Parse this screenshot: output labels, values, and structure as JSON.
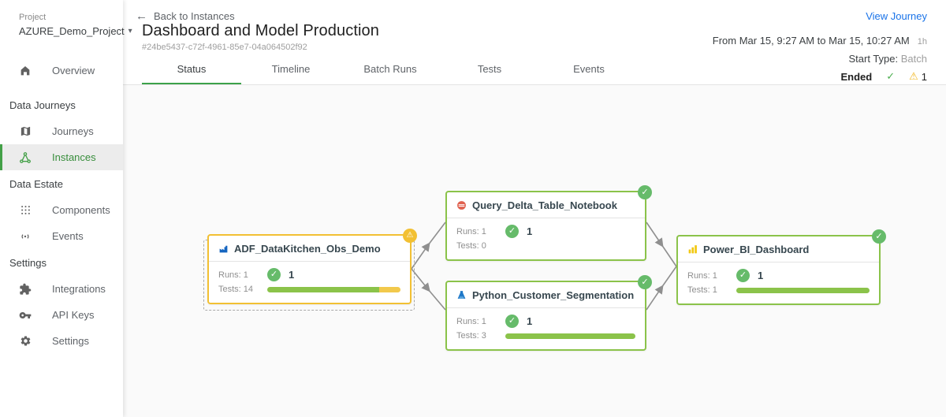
{
  "sidebar": {
    "project_label": "Project",
    "project_name": "AZURE_Demo_Project",
    "overview_label": "Overview",
    "sections": [
      {
        "title": "Data Journeys",
        "items": [
          {
            "label": "Journeys"
          },
          {
            "label": "Instances",
            "active": true
          }
        ]
      },
      {
        "title": "Data Estate",
        "items": [
          {
            "label": "Components"
          },
          {
            "label": "Events"
          }
        ]
      },
      {
        "title": "Settings",
        "items": [
          {
            "label": "Integrations"
          },
          {
            "label": "API Keys"
          },
          {
            "label": "Settings"
          }
        ]
      }
    ]
  },
  "header": {
    "back_link": "Back to Instances",
    "title": "Dashboard and Model Production",
    "instance_id": "#24be5437-c72f-4961-85e7-04a064502f92",
    "view_journey": "View Journey",
    "time_range": "From Mar 15, 9:27 AM to Mar 15, 10:27 AM",
    "duration": "1h",
    "start_type_label": "Start Type:",
    "start_type_value": "Batch",
    "status_label": "Ended",
    "status_check_icon": "✓",
    "warning_icon": "⚠",
    "warning_count": "1"
  },
  "tabs": {
    "items": [
      {
        "label": "Status",
        "active": true
      },
      {
        "label": "Timeline"
      },
      {
        "label": "Batch Runs"
      },
      {
        "label": "Tests"
      },
      {
        "label": "Events"
      }
    ]
  },
  "graph": {
    "nodes": [
      {
        "name": "ADF_DataKitchen_Obs_Demo",
        "icon": "azure-data-factory-icon",
        "status": "warning",
        "badge_icon": "⚠",
        "runs_text": "Runs: 1",
        "runs_ok_count": "1",
        "tests_text": "Tests: 14",
        "bar": {
          "green": 84,
          "yellow": 16
        }
      },
      {
        "name": "Query_Delta_Table_Notebook",
        "icon": "databricks-notebook-icon",
        "status": "success",
        "badge_icon": "✓",
        "runs_text": "Runs: 1",
        "runs_ok_count": "1",
        "tests_text": "Tests: 0"
      },
      {
        "name": "Python_Customer_Segmentation",
        "icon": "python-script-icon",
        "status": "success",
        "badge_icon": "✓",
        "runs_text": "Runs: 1",
        "runs_ok_count": "1",
        "tests_text": "Tests: 3",
        "bar": {
          "green": 100,
          "yellow": 0
        }
      },
      {
        "name": "Power_BI_Dashboard",
        "icon": "power-bi-icon",
        "status": "success",
        "badge_icon": "✓",
        "runs_text": "Runs: 1",
        "runs_ok_count": "1",
        "tests_text": "Tests: 1",
        "bar": {
          "green": 100,
          "yellow": 0
        }
      }
    ]
  },
  "colors": {
    "accent_green": "#43a047",
    "success_border": "#8bc34a",
    "warning_border": "#f2c033",
    "link_blue": "#1a73e8",
    "bar_green": "#8bc34a",
    "bar_yellow": "#f2c94c",
    "check_green": "#66bb6a",
    "edge_gray": "#8f8f8f"
  },
  "glyphs": {
    "check": "✓",
    "caret_down": "▾",
    "back_arrow": "←"
  }
}
